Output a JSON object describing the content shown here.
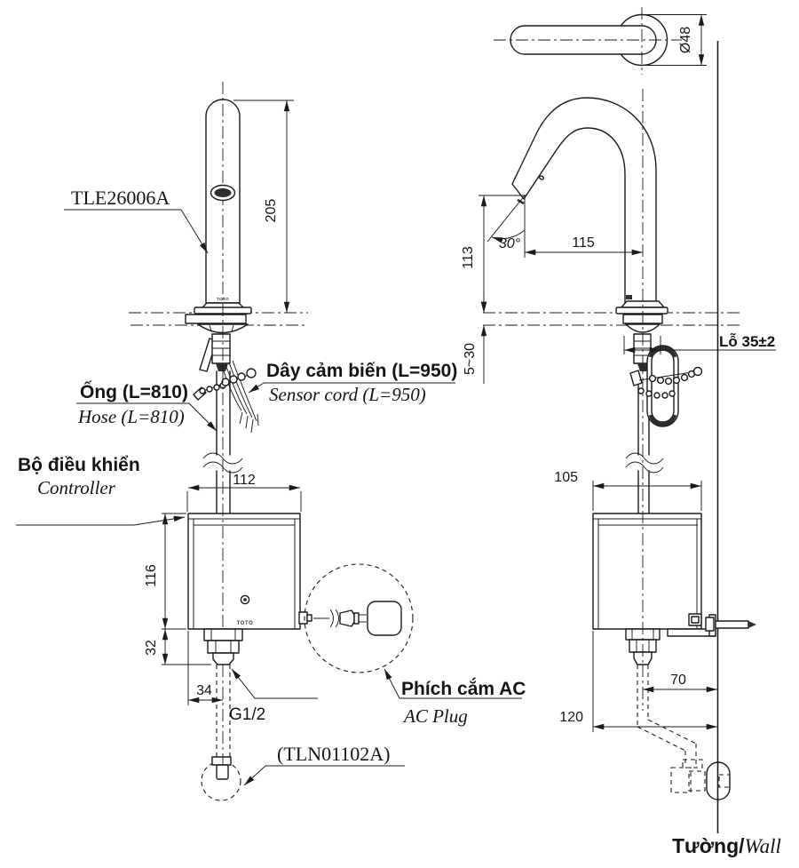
{
  "labels": {
    "model": "TLE26006A",
    "hose_vi": "Ống (L=810)",
    "hose_en": "Hose (L=810)",
    "sensor_cord_vi": "Dây cảm biến (L=950)",
    "sensor_cord_en": "Sensor cord (L=950)",
    "controller_vi": "Bộ điều khiển",
    "controller_en": "Controller",
    "ac_plug_vi": "Phích cắm AC",
    "ac_plug_en": "AC Plug",
    "stop_valve_model": "(TLN01102A)",
    "thread": "G1/2",
    "hole": "Lỗ 35±2",
    "wall_vi": "Tường/",
    "wall_en": "Wall",
    "brand": "TOTO"
  },
  "dimensions": {
    "spout_height": "205",
    "base_diameter": "Ø48",
    "tip_height": "113",
    "spout_angle": "30°",
    "spout_reach": "115",
    "deck_thickness": "5~30",
    "controller_width": "112",
    "controller_height": "116",
    "controller_depth": "105",
    "outlet_drop": "32",
    "outlet_offset": "34",
    "pipe_to_wall": "70",
    "controller_to_wall": "120"
  }
}
